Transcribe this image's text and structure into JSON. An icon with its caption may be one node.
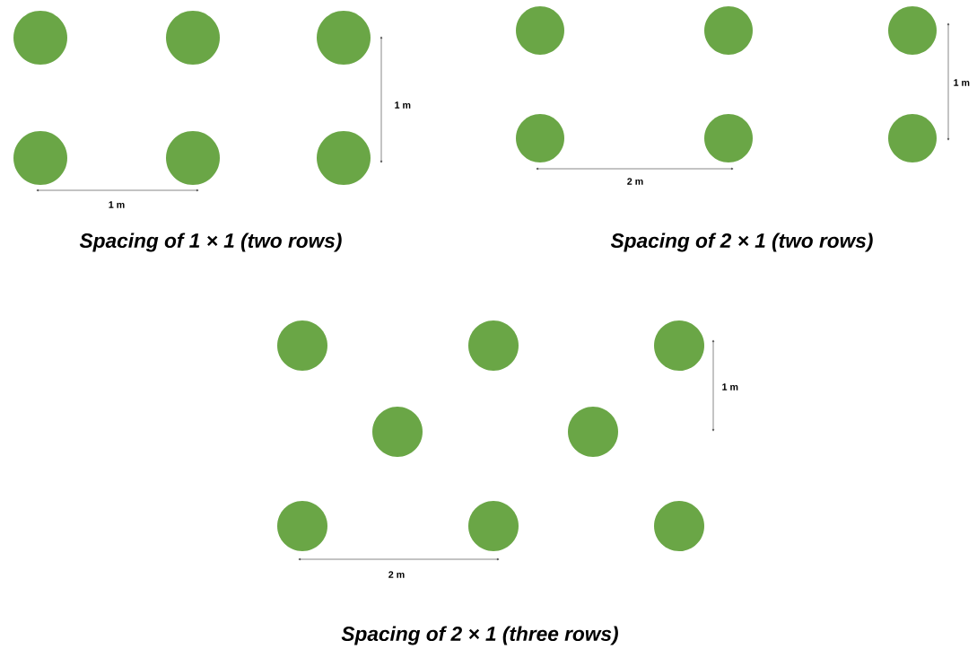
{
  "diagram": {
    "labels": [
      "1 m",
      "1 m",
      "Spacing of 1 × 1 (two rows)",
      "1 m",
      "2 m",
      "Spacing of 2 × 1 (two rows)",
      "1 m",
      "2 m",
      "Spacing of 2 × 1 (three rows)"
    ]
  }
}
